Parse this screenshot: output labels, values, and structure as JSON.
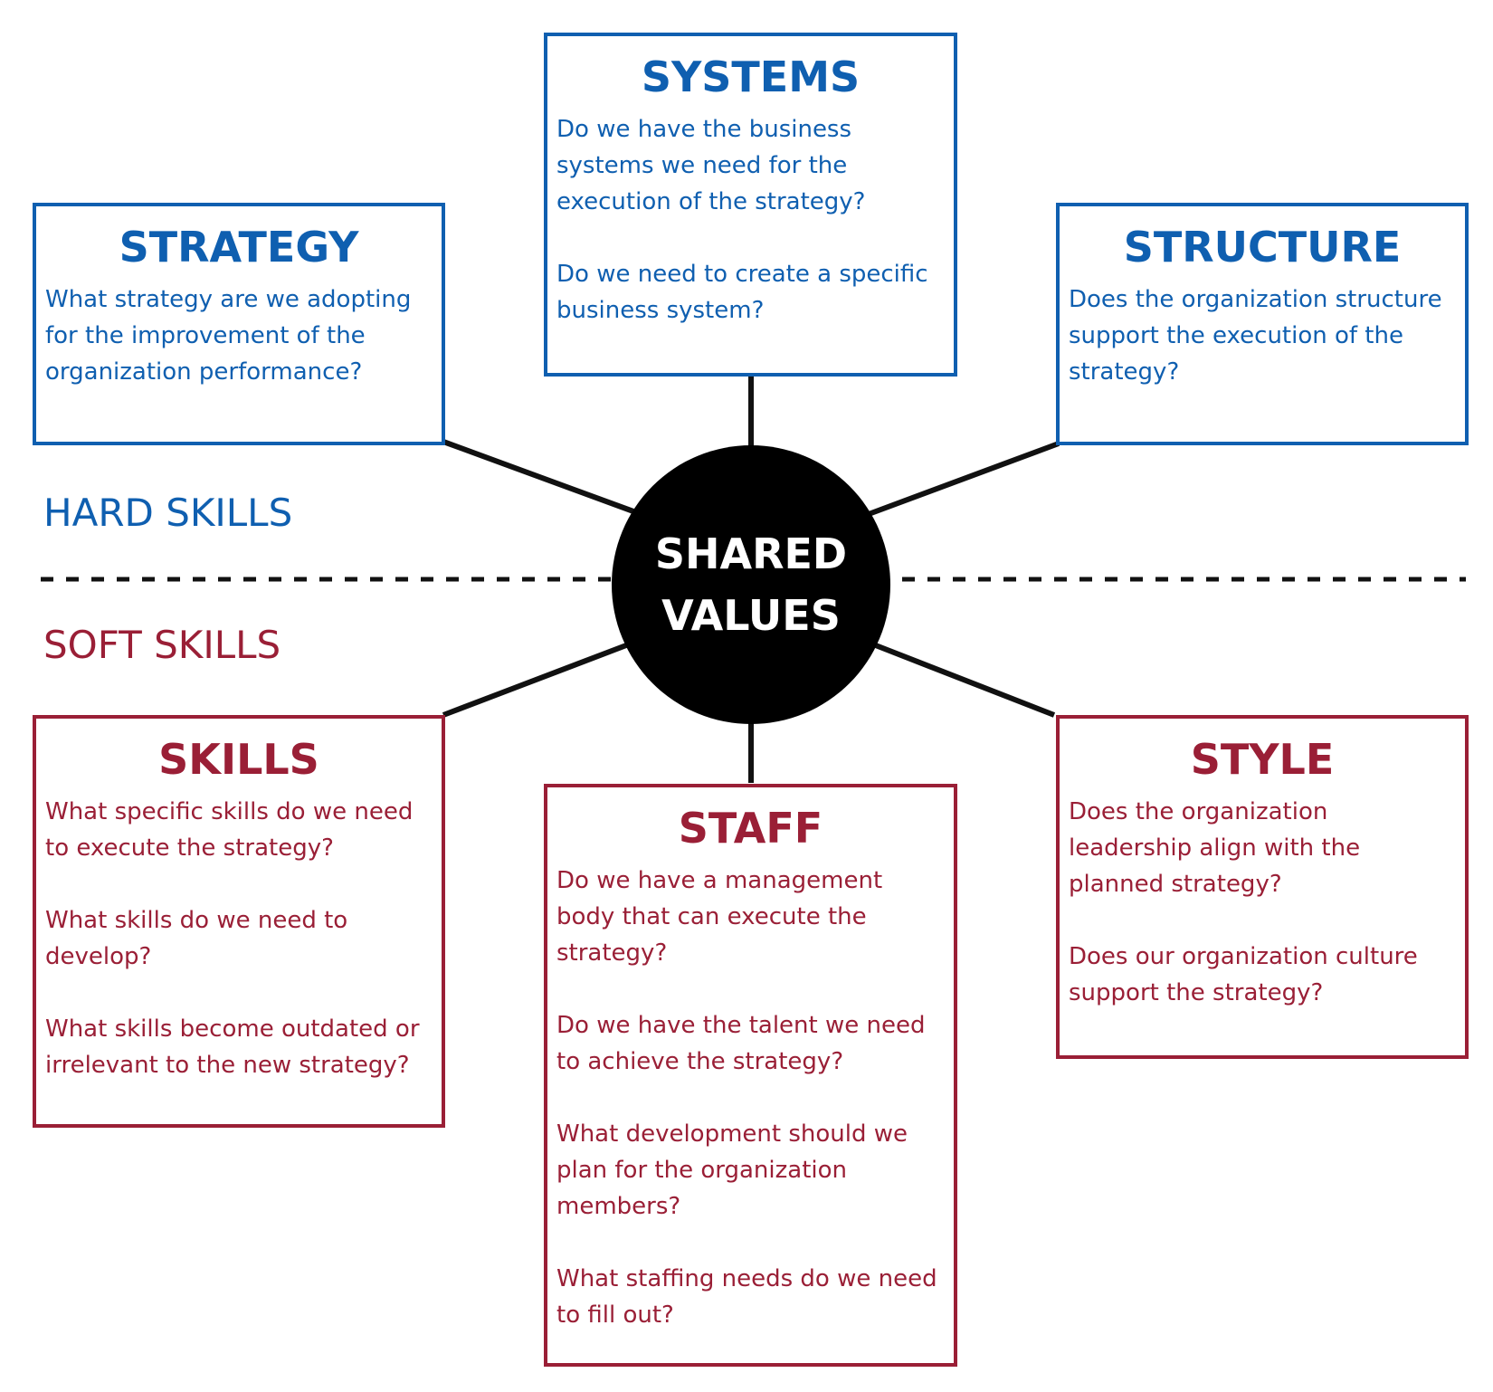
{
  "hub": {
    "line1": "SHARED",
    "line2": "VALUES"
  },
  "zones": {
    "hard": "HARD SKILLS",
    "soft": "SOFT SKILLS"
  },
  "colors": {
    "hard": "#0f5fb0",
    "soft": "#9a1f36",
    "hub": "#000000"
  },
  "boxes": {
    "strategy": {
      "title": "STRATEGY",
      "questions": [
        "What strategy are we adopting for the improvement of the organization performance?"
      ]
    },
    "systems": {
      "title": "SYSTEMS",
      "questions": [
        "Do we have the business systems we need for the execution of the strategy?",
        "Do we need to create a specific business system?"
      ]
    },
    "structure": {
      "title": "STRUCTURE",
      "questions": [
        "Does the organization structure support the execution of the strategy?"
      ]
    },
    "skills": {
      "title": "SKILLS",
      "questions": [
        "What specific skills do we need to execute the strategy?",
        "What skills do we need to develop?",
        "What skills become outdated or irrelevant to the new strategy?"
      ]
    },
    "staff": {
      "title": "STAFF",
      "questions": [
        "Do we have a management body that can execute the strategy?",
        "Do we have the talent we need to achieve the strategy?",
        "What development should we plan for the organization members?",
        "What staffing needs do we need to fill out?"
      ]
    },
    "style": {
      "title": "STYLE",
      "questions": [
        "Does the organization leadership align with the planned strategy?",
        "Does our organization culture support the strategy?"
      ]
    }
  }
}
